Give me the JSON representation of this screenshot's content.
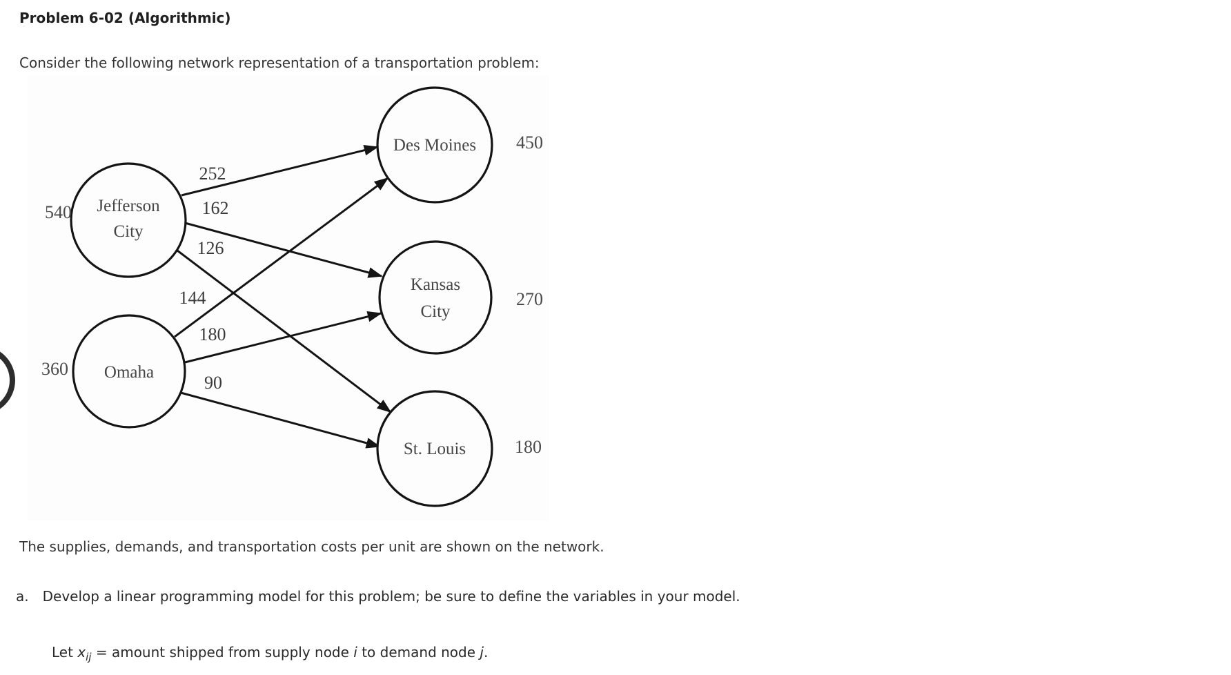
{
  "header": {
    "title": "Problem 6-02 (Algorithmic)",
    "intro": "Consider the following network representation of a transportation problem:"
  },
  "body": {
    "caption": "The supplies, demands, and transportation costs per unit are shown on the network.",
    "part_a_label": "a.",
    "part_a_text": "Develop a linear programming model for this problem; be sure to define the variables in your model.",
    "definition": {
      "lead": "Let ",
      "variable": "x",
      "subscript": "ij",
      "segment_equals": " = amount shipped from supply node ",
      "var_i": "i",
      "segment_to": " to demand node ",
      "var_j": "j",
      "period": "."
    }
  },
  "diagram": {
    "type": "transportation-network",
    "supply_nodes": [
      {
        "name": "Jefferson City",
        "line1": "Jefferson",
        "line2": "City",
        "supply": "540"
      },
      {
        "name": "Omaha",
        "line1": "Omaha",
        "supply": "360"
      }
    ],
    "demand_nodes": [
      {
        "name": "Des Moines",
        "line1": "Des Moines",
        "demand": "450"
      },
      {
        "name": "Kansas City",
        "line1": "Kansas",
        "line2": "City",
        "demand": "270"
      },
      {
        "name": "St. Louis",
        "line1": "St. Louis",
        "demand": "180"
      }
    ],
    "arcs": [
      {
        "from": "Jefferson City",
        "to": "Des Moines",
        "cost": "252"
      },
      {
        "from": "Jefferson City",
        "to": "Kansas City",
        "cost": "162"
      },
      {
        "from": "Jefferson City",
        "to": "St. Louis",
        "cost": "126"
      },
      {
        "from": "Omaha",
        "to": "Des Moines",
        "cost": "144"
      },
      {
        "from": "Omaha",
        "to": "Kansas City",
        "cost": "180"
      },
      {
        "from": "Omaha",
        "to": "St. Louis",
        "cost": "90"
      }
    ]
  }
}
